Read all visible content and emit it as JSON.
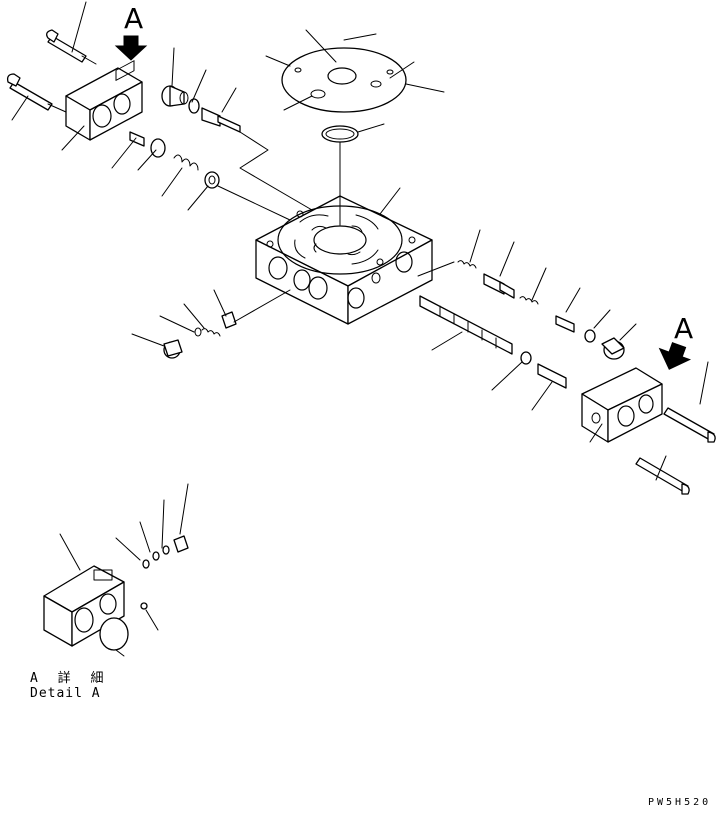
{
  "diagram": {
    "view_marker_top": "A",
    "view_marker_right": "A",
    "detail_label_jp": "A 詳 細",
    "detail_label_en": "Detail A",
    "drawing_code": "PW5H520"
  }
}
